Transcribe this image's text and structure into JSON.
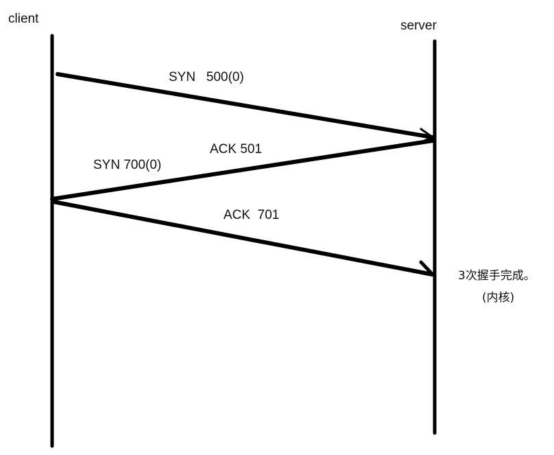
{
  "participants": {
    "client": "client",
    "server": "server"
  },
  "messages": [
    {
      "from": "client",
      "to": "server",
      "label": "SYN   500(0)"
    },
    {
      "from": "server",
      "to": "client",
      "label": "ACK 501",
      "label2": "SYN 700(0)"
    },
    {
      "from": "client",
      "to": "server",
      "label": "ACK  701"
    }
  ],
  "note": {
    "line1": "3次握手完成。",
    "line2": "(内核)"
  },
  "colors": {
    "line": "#000000",
    "text": "#111111",
    "background": "#ffffff"
  }
}
